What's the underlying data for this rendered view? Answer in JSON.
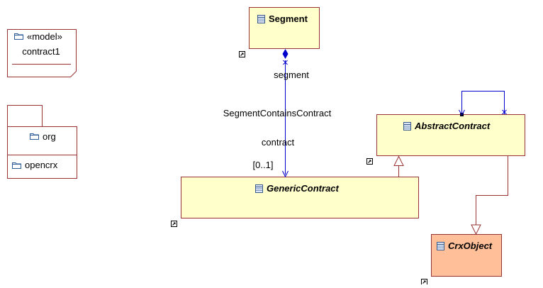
{
  "model_note": {
    "stereotype": "«model»",
    "name": "contract1"
  },
  "package": {
    "name": "org",
    "child": "opencrx"
  },
  "classes": {
    "segment": "Segment",
    "abstract_contract": "AbstractContract",
    "generic_contract": "GenericContract",
    "crx_object": "CrxObject"
  },
  "association": {
    "name": "SegmentContainsContract",
    "source_role": "segment",
    "target_role": "contract",
    "target_multiplicity": "[0..1]"
  },
  "colors": {
    "class_fill": "#ffffcc",
    "crx_fill": "#ffbf99",
    "class_border": "#993333",
    "association_line": "#0000cc",
    "generalization_line": "#993333",
    "text": "#000000"
  },
  "icons": {
    "class": "class-icon",
    "folder": "folder-icon",
    "shortcut": "shortcut-icon"
  }
}
